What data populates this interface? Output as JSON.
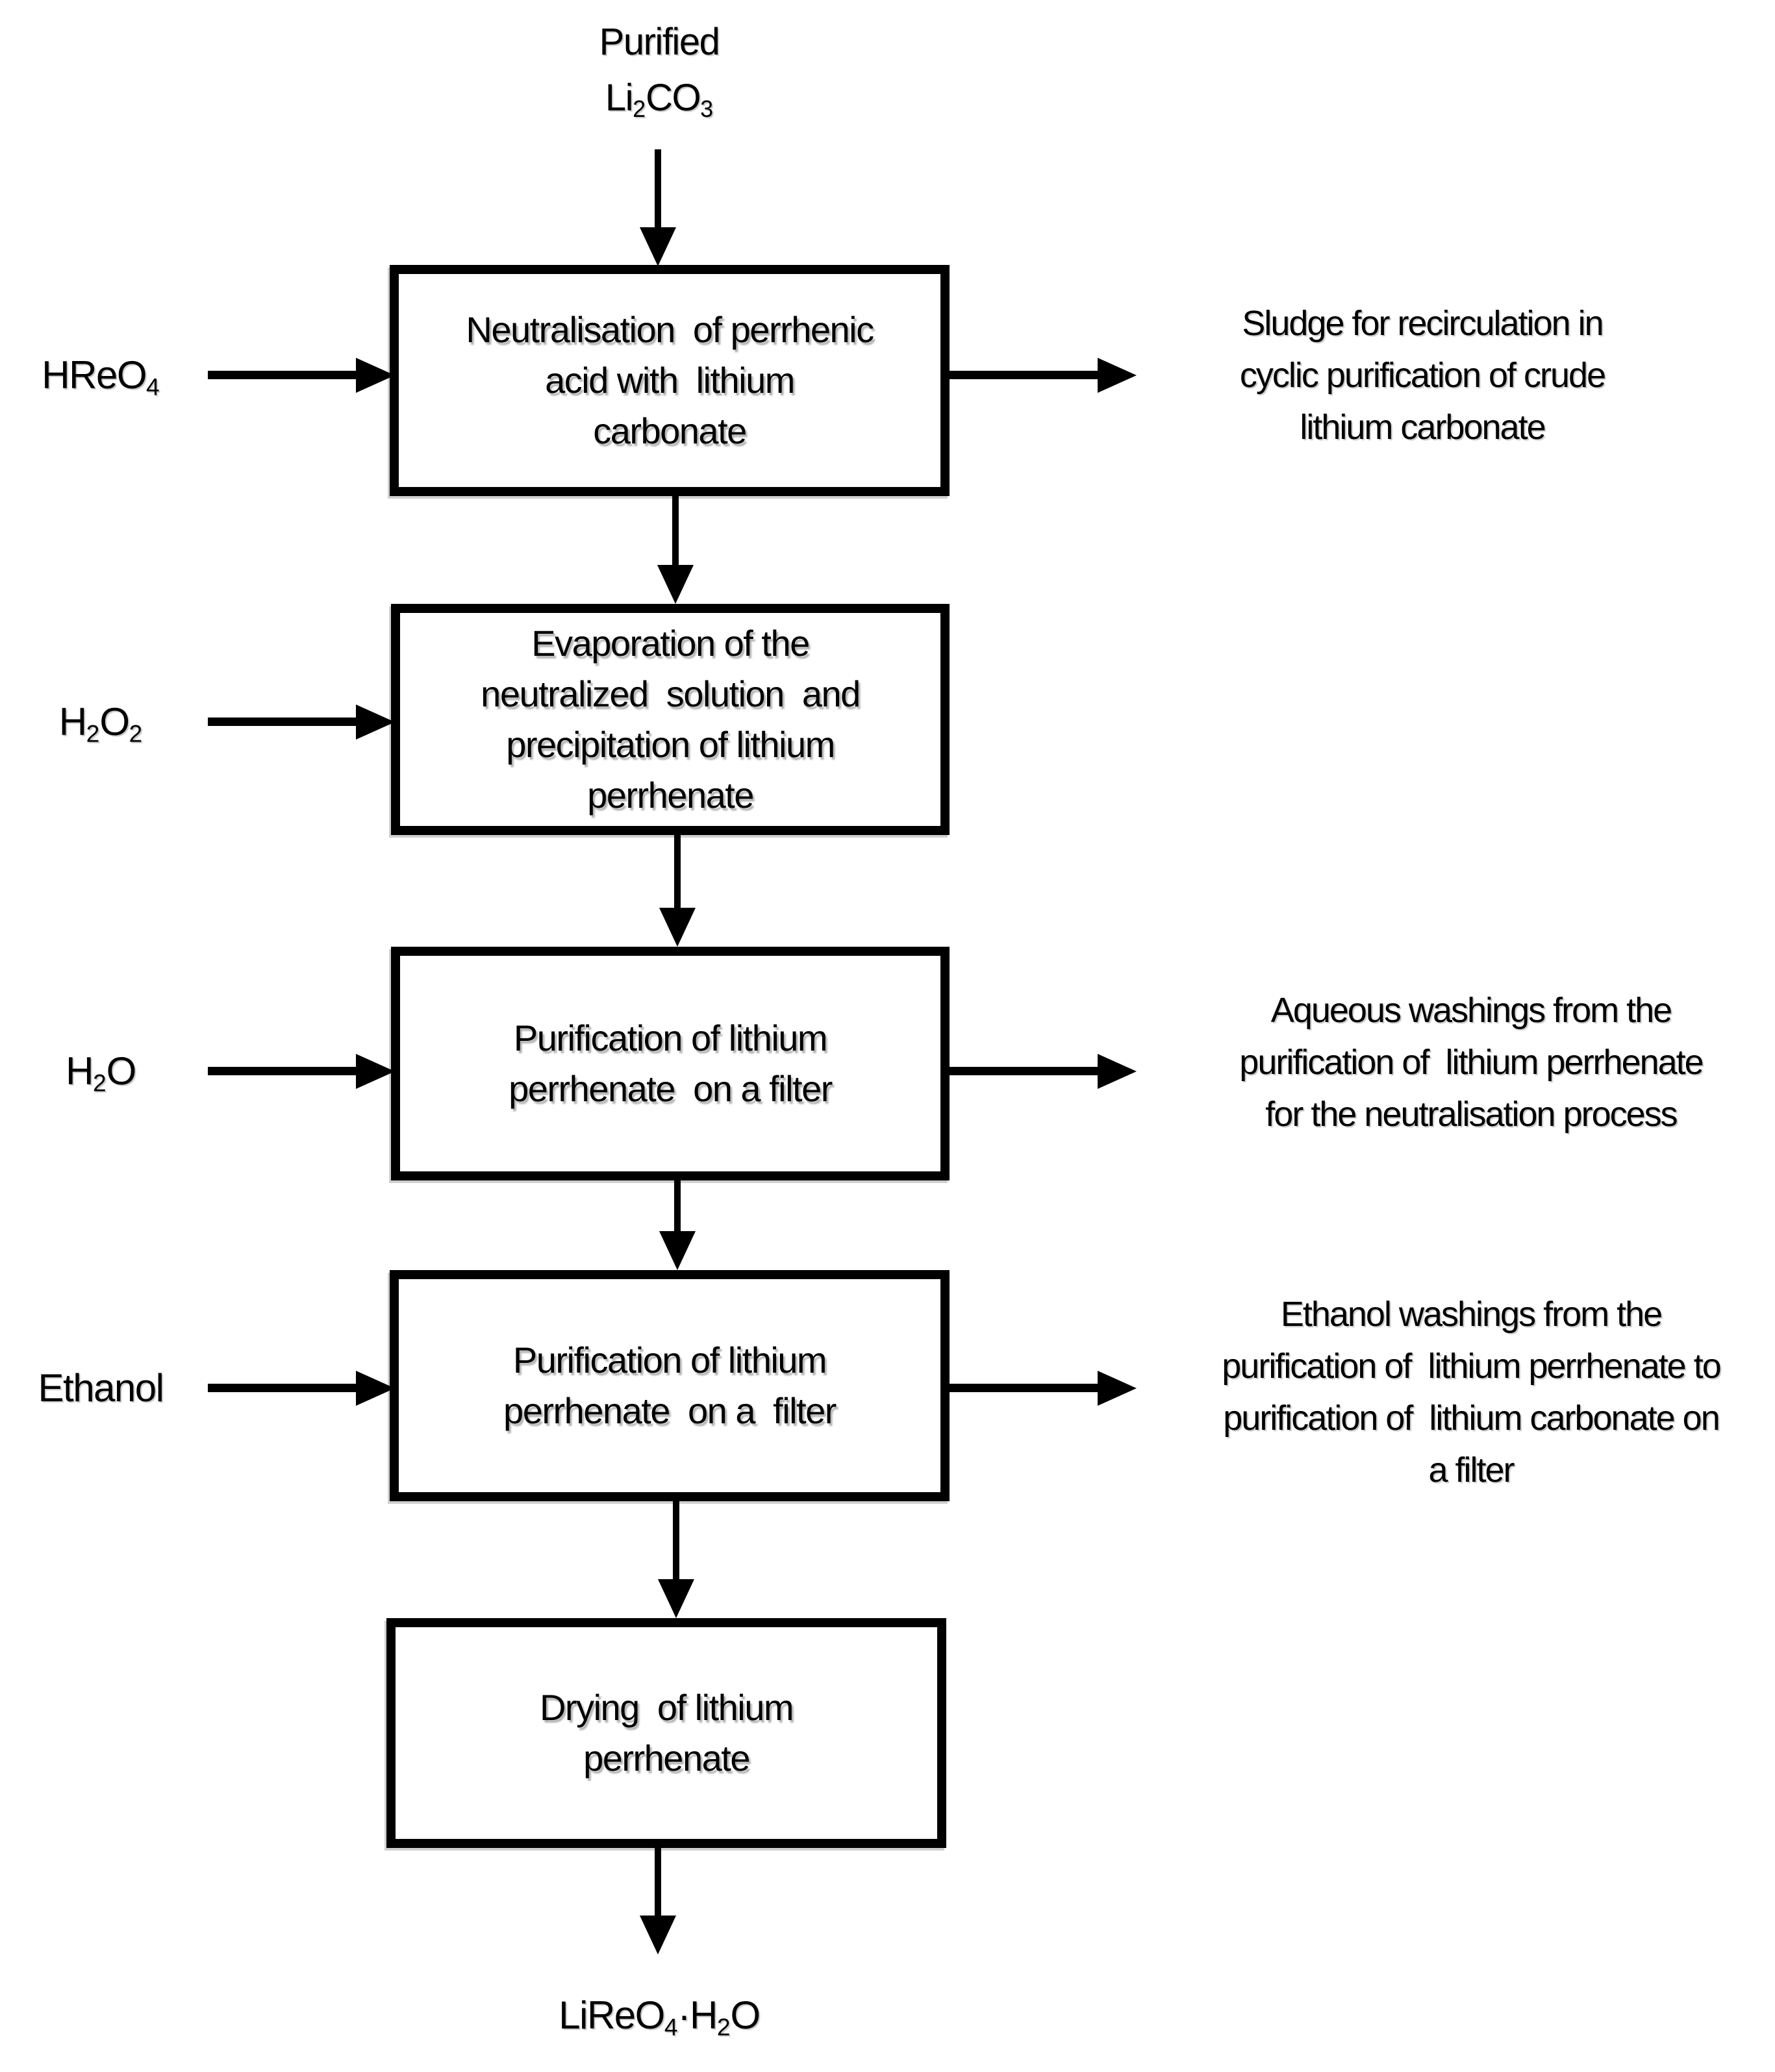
{
  "colors": {
    "background": "#ffffff",
    "ink": "#000000"
  },
  "flowchart": {
    "top_input": {
      "lines": [
        "Purified",
        "Li_2CO_3"
      ]
    },
    "boxes": [
      {
        "lines": [
          "Neutralisation  of perrhenic",
          "acid with  lithium",
          "carbonate"
        ]
      },
      {
        "lines": [
          "Evaporation of the",
          "neutralized  solution  and",
          "precipitation of lithium",
          "perrhenate"
        ]
      },
      {
        "lines": [
          "Purification of lithium",
          "perrhenate  on a filter"
        ]
      },
      {
        "lines": [
          "Purification of lithium",
          "perrhenate  on a  filter"
        ]
      },
      {
        "lines": [
          "Drying  of lithium",
          "perrhenate"
        ]
      }
    ],
    "left_inputs": [
      {
        "label": "HReO_4"
      },
      {
        "label": "H_2O_2"
      },
      {
        "label": "H_2O"
      },
      {
        "label": "Ethanol"
      }
    ],
    "right_outputs": [
      {
        "lines": [
          "Sludge for recirculation in",
          "cyclic purification of crude",
          "lithium carbonate"
        ]
      },
      {
        "lines": [
          "Aqueous washings from the",
          "purification of  lithium perrhenate",
          "for the neutralisation process"
        ]
      },
      {
        "lines": [
          "Ethanol washings from the",
          "purification of  lithium perrhenate to",
          "purification of  lithium carbonate on",
          "a filter"
        ]
      }
    ],
    "final_output": {
      "label": "LiReO_4·H_2O"
    }
  }
}
